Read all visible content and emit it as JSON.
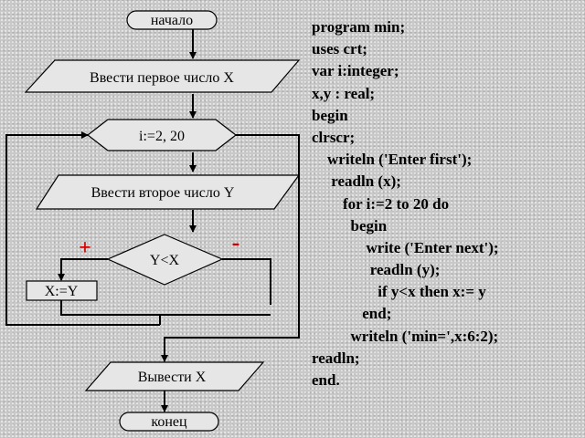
{
  "flowchart": {
    "start": "начало",
    "input_first": "Ввести первое число X",
    "loop": "i:=2, 20",
    "input_second": "Ввести второе число Y",
    "condition": "Y<X",
    "assign": "X:=Y",
    "output": "Вывести X",
    "end": "конец",
    "yes_sign": "+",
    "no_sign": "-"
  },
  "code_lines": [
    "program min;",
    "uses crt;",
    "var i:integer;",
    "x,y : real;",
    "begin",
    "clrscr;",
    "    writeln ('Enter first');",
    "     readln (x);",
    "        for i:=2 to 20 do",
    "          begin",
    "              write ('Enter next');",
    "               readln (y);",
    "                 if y<x then x:= y",
    "             end;",
    "          writeln ('min=',x:6:2);",
    "readln;",
    "end."
  ],
  "colors": {
    "shape_fill": "#e6e6e6",
    "plus_color": "#d40000",
    "minus_color": "#d40000",
    "line_color": "#000000"
  }
}
